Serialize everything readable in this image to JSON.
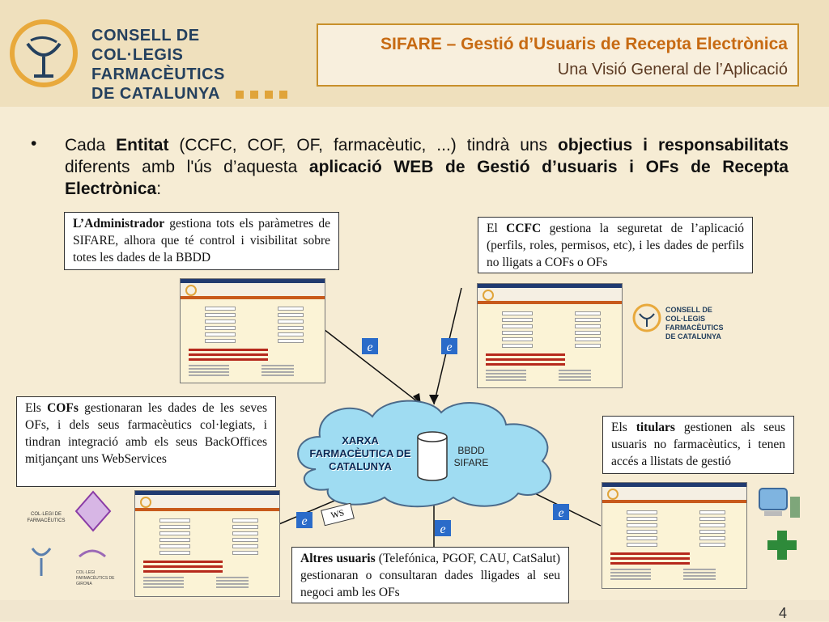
{
  "logo": {
    "line1": "CONSELL DE",
    "line2": "COL·LEGIS FARMACÈUTICS",
    "line3": "DE CATALUNYA"
  },
  "title": {
    "main": "SIFARE – Gestió d’Usuaris de Recepta Electrònica",
    "sub": "Una Visió General de l’Aplicació"
  },
  "bullet": {
    "mark": "•",
    "parts": [
      {
        "t": "Cada ",
        "b": false
      },
      {
        "t": "Entitat",
        "b": true
      },
      {
        "t": " (CCFC, COF, OF, farmacèutic, ...) tindrà uns ",
        "b": false
      },
      {
        "t": "objectius i responsabilitats",
        "b": true
      },
      {
        "t": " diferents amb l'ús d’aquesta ",
        "b": false
      },
      {
        "t": "aplicació WEB de Gestió d’usuaris i OFs de Recepta Electrònica",
        "b": true
      },
      {
        "t": ":",
        "b": false
      }
    ]
  },
  "boxes": {
    "admin": {
      "bold": "L’Administrador",
      "text": " gestiona tots els paràmetres de SIFARE, alhora que té control i visibilitat sobre totes les dades de la BBDD"
    },
    "ccfc": {
      "pre": "El ",
      "bold": "CCFC",
      "text": " gestiona la seguretat de l’aplicació (perfils, roles, permisos, etc), i les dades de perfils no lligats a COFs o OFs"
    },
    "cofs": {
      "pre": "Els ",
      "bold": "COFs",
      "text": " gestionaran les dades de les seves OFs, i dels seus farmacèutics col·legiats, i tindran integració amb els seus BackOffices mitjançant uns WebServices"
    },
    "titulars": {
      "pre": "Els ",
      "bold": "titulars",
      "text": " gestionen als seus usuaris no farmacèutics, i tenen accés a llistats de gestió"
    },
    "altres": {
      "bold": "Altres usuaris",
      "text": " (Telefónica, PGOF, CAU, CatSalut) gestionaran o consultaran dades lligades al seu negoci amb les OFs"
    }
  },
  "network": {
    "line1": "XARXA",
    "line2": "FARMACÈUTICA DE",
    "line3": "CATALUNYA",
    "db1": "BBDD",
    "db2": "SIFARE"
  },
  "ws_label": "WS",
  "college_logos": {
    "cat": "COL·LEGI DE FARMACÈUTICS",
    "girona": "COL·LEGI FARMACÈUTICS DE GIRONA"
  },
  "page_number": "4",
  "colors": {
    "accent": "#c76a12",
    "navy": "#24405e",
    "cloud": "#9fdcf2"
  }
}
